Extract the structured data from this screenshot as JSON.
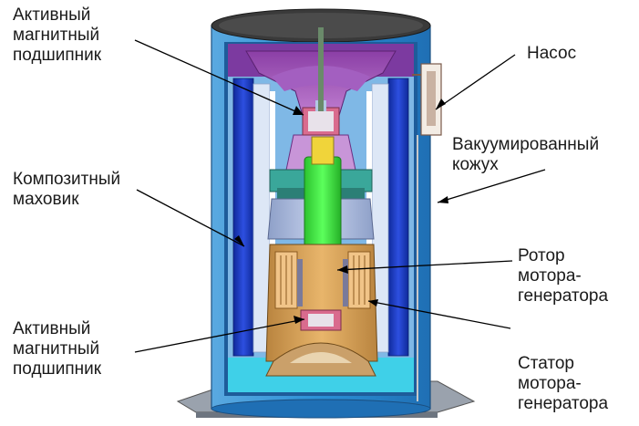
{
  "labels": {
    "top_bearing": [
      "Активный",
      "магнитный",
      "подшипник"
    ],
    "flywheel": [
      "Композитный",
      "маховик"
    ],
    "bottom_bearing": [
      "Активный",
      "магнитный",
      "подшипник"
    ],
    "pump": [
      "Насос"
    ],
    "vacuum_casing": [
      "Вакуумированный",
      "кожух"
    ],
    "rotor": [
      "Ротор",
      "мотора-",
      "генератора"
    ],
    "stator": [
      "Статор",
      "мотора-",
      "генератора"
    ]
  },
  "colors": {
    "casing_blue": "#2b8fd6",
    "flywheel_blue": "#1f3fc4",
    "hub_purple": "#b06ac4",
    "shaft_green": "#39e63a",
    "stator_orange": "#d9a35a",
    "vacuum_cyan": "#3fd0e8",
    "leader": "#000000"
  }
}
